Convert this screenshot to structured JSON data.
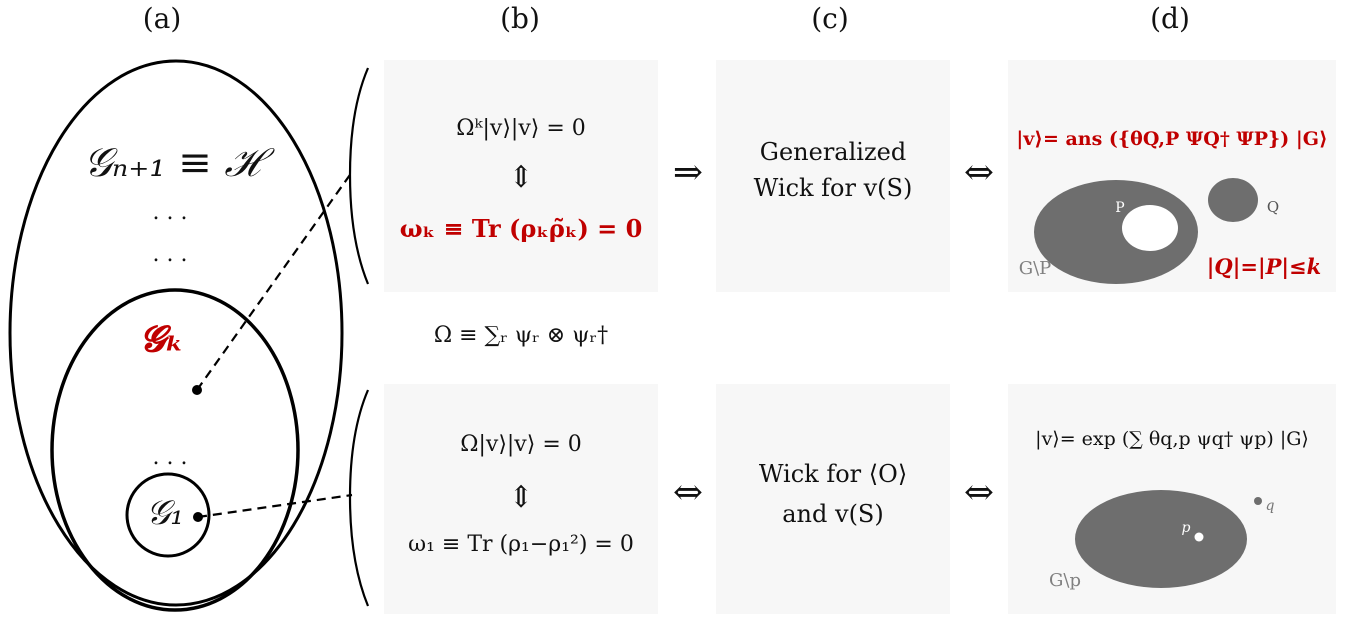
{
  "panel_labels": [
    "(a)",
    "(b)",
    "(c)",
    "(d)"
  ],
  "hierarchy": {
    "outer": "𝒢ₙ₊₁ ≡ ℋ",
    "dots1": ". . .",
    "dots2": ". . .",
    "middle": "𝓖ₖ",
    "dots3": ". . .",
    "inner": "𝒢₁"
  },
  "b_top": {
    "line1": "Ωᵏ|v⟩|v⟩ = 0",
    "arrow": "⇕",
    "line2": "ωₖ ≡ Tr (ρₖρ̃ₖ) = 0"
  },
  "omega_def": "Ω ≡ ∑ᵣ ψᵣ ⊗ ψᵣ†",
  "b_bottom": {
    "line1": "Ω|v⟩|v⟩ = 0",
    "arrow": "⇕",
    "line2": "ω₁ ≡ Tr (ρ₁−ρ₁²) = 0"
  },
  "arrows": {
    "top_bc": "⇒",
    "top_cd": "⇔",
    "bottom_bc": "⇔",
    "bottom_cd": "⇔"
  },
  "c_top": {
    "line1": "Generalized",
    "line2": "Wick for v(S)"
  },
  "c_bottom": {
    "line1": "Wick for ⟨O⟩",
    "line2": "and v(S)"
  },
  "d_top": {
    "formula": "|v⟩= ans ({θQ,P ΨQ† ΨP}) |G⟩",
    "label_P": "P",
    "label_Q": "Q",
    "label_GP": "G\\P",
    "condition": "|Q|=|P|≤k"
  },
  "d_bottom": {
    "formula": "|v⟩= exp (∑ θq,p ψq† ψp) |G⟩",
    "label_p": "p",
    "label_q": "q",
    "label_Gp": "G\\p"
  },
  "colors": {
    "accent_red": "#c00000",
    "panel_bg": "#f7f7f7",
    "blob_gray": "#6e6e6e"
  }
}
